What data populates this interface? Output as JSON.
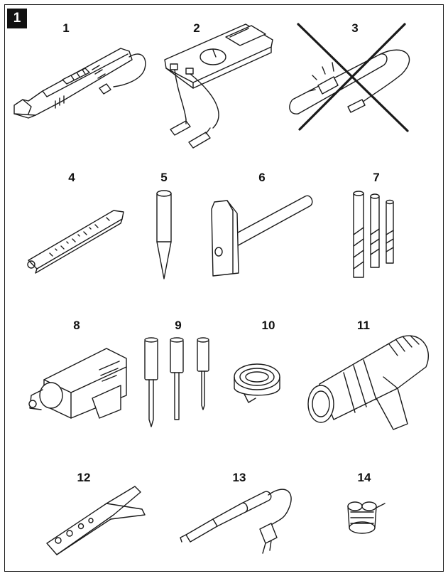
{
  "figure": {
    "number": "1",
    "colors": {
      "ink": "#1a1a1a",
      "paper": "#ffffff"
    }
  },
  "tools": [
    {
      "number": "1",
      "icon": "crimping-tool-icon"
    },
    {
      "number": "2",
      "icon": "multimeter-icon"
    },
    {
      "number": "3",
      "icon": "test-lamp-crossed-out-icon"
    },
    {
      "number": "4",
      "icon": "wire-stripping-ruler-icon"
    },
    {
      "number": "5",
      "icon": "center-punch-icon"
    },
    {
      "number": "6",
      "icon": "hammer-icon"
    },
    {
      "number": "7",
      "icon": "drill-bits-icon"
    },
    {
      "number": "8",
      "icon": "electric-drill-icon"
    },
    {
      "number": "9",
      "icon": "screwdrivers-icon"
    },
    {
      "number": "10",
      "icon": "insulating-tape-icon"
    },
    {
      "number": "11",
      "icon": "heat-gun-icon"
    },
    {
      "number": "12",
      "icon": "crimping-pliers-icon"
    },
    {
      "number": "13",
      "icon": "soldering-iron-icon"
    },
    {
      "number": "14",
      "icon": "solder-wire-icon"
    }
  ]
}
